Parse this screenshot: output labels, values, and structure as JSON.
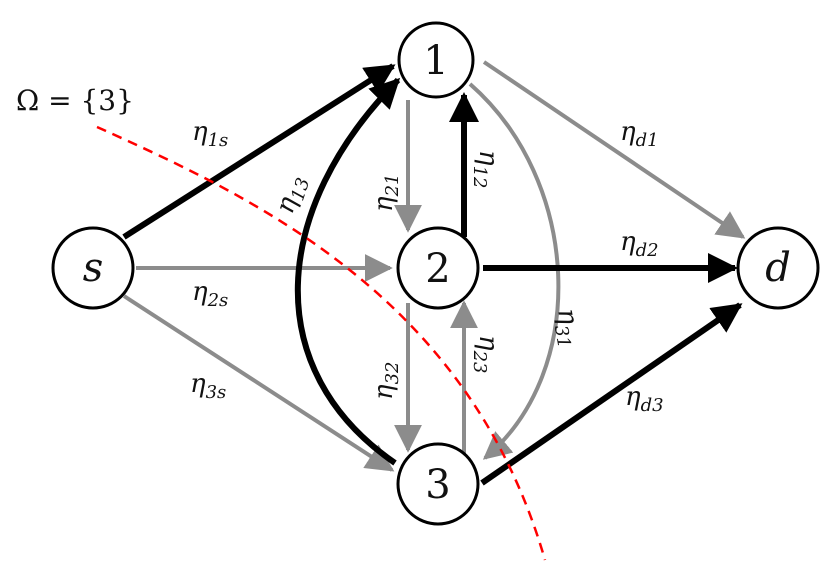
{
  "omega_label": "Ω = {3}",
  "colors": {
    "dark_edge": "#000000",
    "gray_edge": "#8c8c8c",
    "cut_line": "#ff0000",
    "node_fill": "#ffffff",
    "node_stroke": "#000000"
  },
  "nodes": [
    {
      "id": "s",
      "label": "s"
    },
    {
      "id": "1",
      "label": "1"
    },
    {
      "id": "2",
      "label": "2"
    },
    {
      "id": "3",
      "label": "3"
    },
    {
      "id": "d",
      "label": "d"
    }
  ],
  "edges": [
    {
      "id": "s1",
      "from": "s",
      "to": "1",
      "label": "η",
      "sub": "1s",
      "style": "dark"
    },
    {
      "id": "s2",
      "from": "s",
      "to": "2",
      "label": "η",
      "sub": "2s",
      "style": "gray"
    },
    {
      "id": "s3",
      "from": "s",
      "to": "3",
      "label": "η",
      "sub": "3s",
      "style": "gray"
    },
    {
      "id": "12",
      "from": "1",
      "to": "2",
      "label": "η",
      "sub": "21",
      "style": "gray"
    },
    {
      "id": "21",
      "from": "2",
      "to": "1",
      "label": "η",
      "sub": "12",
      "style": "dark"
    },
    {
      "id": "23",
      "from": "2",
      "to": "3",
      "label": "η",
      "sub": "32",
      "style": "gray"
    },
    {
      "id": "32",
      "from": "3",
      "to": "2",
      "label": "η",
      "sub": "23",
      "style": "gray"
    },
    {
      "id": "31",
      "from": "3",
      "to": "1",
      "label": "η",
      "sub": "13",
      "style": "dark"
    },
    {
      "id": "13",
      "from": "1",
      "to": "3",
      "label": "η",
      "sub": "31",
      "style": "gray"
    },
    {
      "id": "1d",
      "from": "1",
      "to": "d",
      "label": "η",
      "sub": "d1",
      "style": "gray"
    },
    {
      "id": "2d",
      "from": "2",
      "to": "d",
      "label": "η",
      "sub": "d2",
      "style": "dark"
    },
    {
      "id": "3d",
      "from": "3",
      "to": "d",
      "label": "η",
      "sub": "d3",
      "style": "dark"
    }
  ]
}
